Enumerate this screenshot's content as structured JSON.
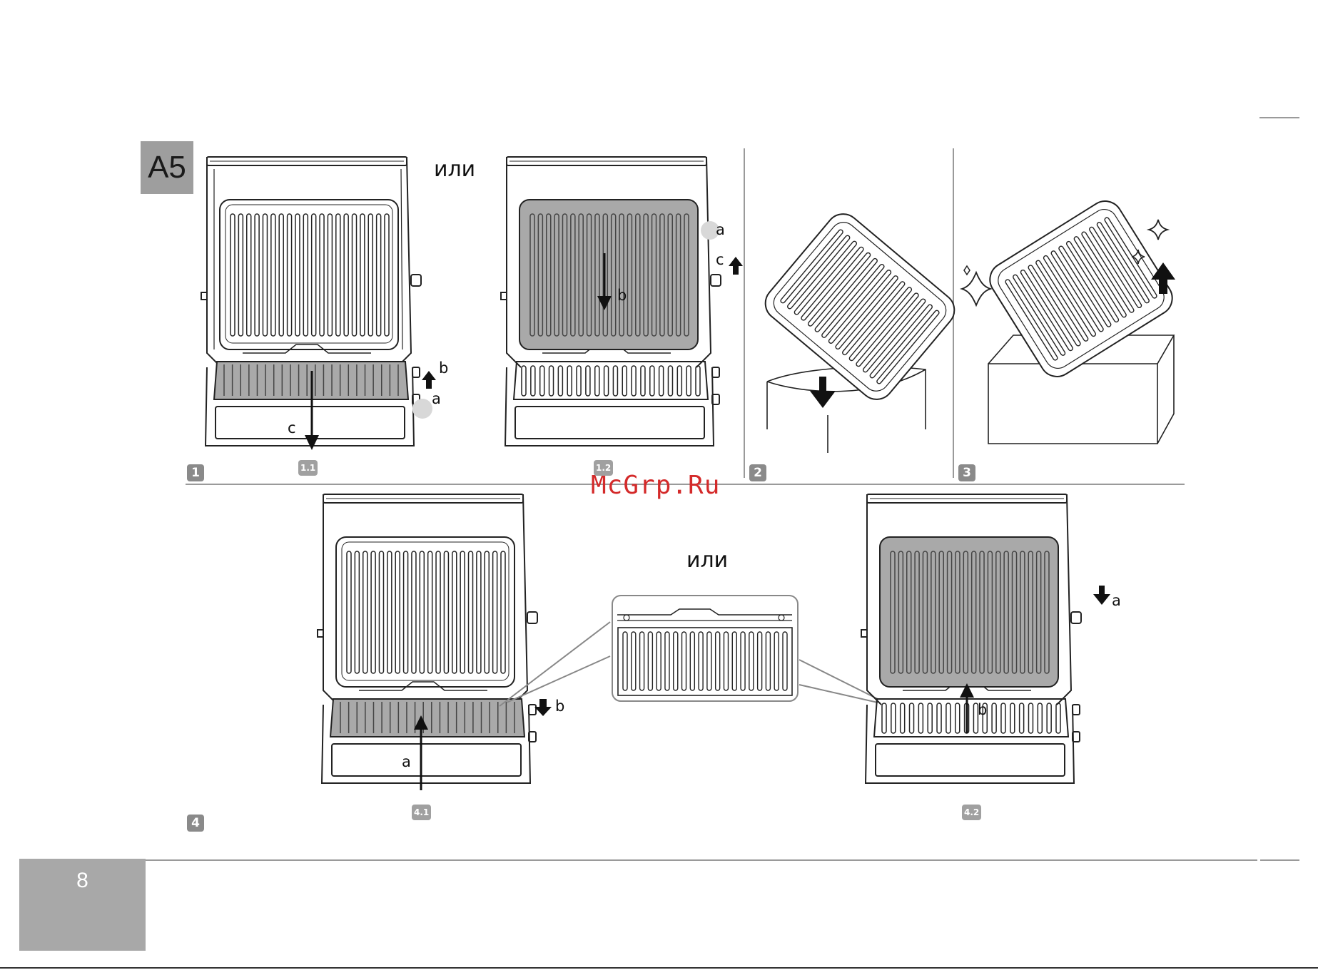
{
  "header": {
    "section_badge": "A5"
  },
  "ili_word": "или",
  "steps": {
    "step1": "1",
    "step2": "2",
    "step3": "3",
    "step4": "4"
  },
  "substeps": {
    "s1_1": "1.1",
    "s1_2": "1.2",
    "s4_1": "4.1",
    "s4_2": "4.2"
  },
  "labels": {
    "a": "a",
    "b": "b",
    "c": "c"
  },
  "watermark": "McGrp.Ru",
  "footer": {
    "page_number": "8"
  }
}
